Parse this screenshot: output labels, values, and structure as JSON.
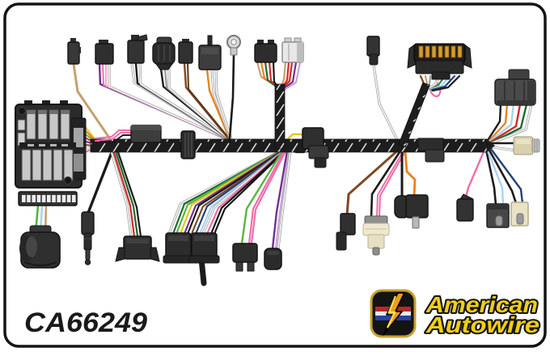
{
  "part_number": "CA66249",
  "brand": {
    "line1": "American",
    "line2": "Autowire",
    "text_color": "#f2cd13",
    "badge": {
      "background": "#141414",
      "border": "#c9a02c",
      "stripe_red": "#b5282a",
      "stripe_white": "#e9e9e9",
      "stripe_blue": "#27449c",
      "bolt": "#f09d1c",
      "bolt_highlight": "#ffdf4e"
    }
  },
  "diagram": {
    "type": "wiring-harness-illustration",
    "background": "#ffffff",
    "frame_border": "#141414",
    "trunk_color": "#1d1d1d",
    "wire_colors": {
      "black": "#1b1b1b",
      "white": "#f4f4f4",
      "gray": "#9a9a9a",
      "red": "#cf2a27",
      "dark_green": "#1d6b30",
      "green": "#58b443",
      "yellow": "#e3c620",
      "orange": "#e8821e",
      "brown": "#7d4a22",
      "tan": "#c79f6d",
      "purple": "#70308f",
      "lavender": "#c5a3d6",
      "pink": "#ef6daa",
      "light_blue": "#a9d3ee",
      "dark_blue": "#24407e"
    },
    "components": [
      "fuse-block",
      "fuse-terminal-strip",
      "bulkhead-connector",
      "bullet-plug",
      "four-wire-connector",
      "on-trunk-connector",
      "tan-lead-connector",
      "two-pin-black-connector",
      "lever-lock-connector",
      "barrel-connector",
      "brown-lead-connector",
      "pin-top-connector",
      "ring-terminal",
      "black-cap-connector",
      "chrome-cap-connector",
      "dual-connector-block",
      "two-prong-connector",
      "round-purple-connector",
      "junction-box-connector",
      "harness-grommet",
      "ignition-switch-connector",
      "small-white-lead-connector",
      "flag-terminal",
      "dash-bulb-socket",
      "round-inline-connector",
      "blade-terminal-connector",
      "flasher-connector",
      "headlight-switch-connector",
      "lamp-socket",
      "pink-lead-plug",
      "gray-socket-connector",
      "ivory-socket-connector",
      "main-harness-trunk"
    ]
  }
}
